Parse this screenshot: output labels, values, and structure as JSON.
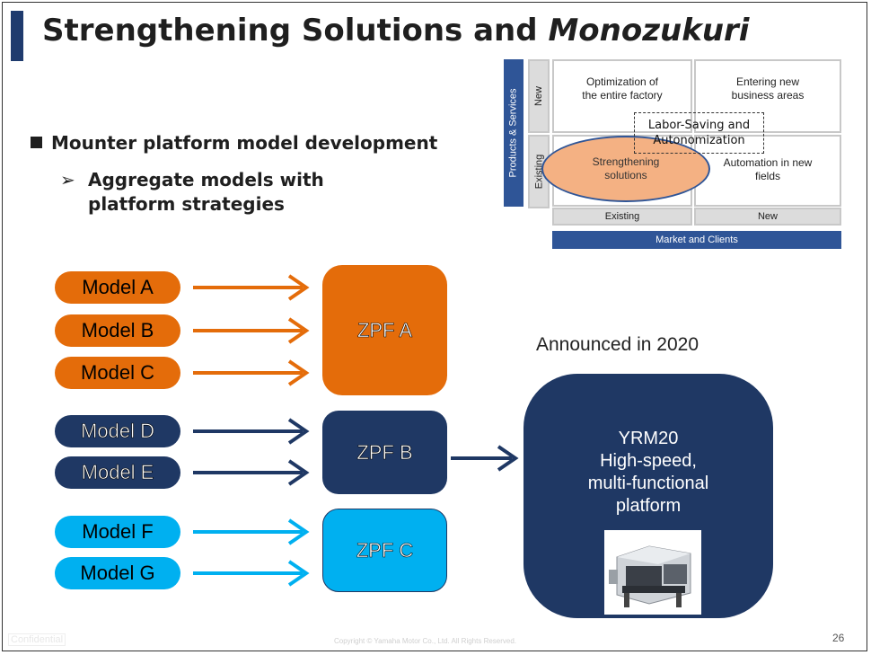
{
  "title": {
    "main": "Strengthening Solutions and ",
    "italic": "Monozukuri"
  },
  "bullets": {
    "level1": "Mounter platform model development",
    "level2_line1": "Aggregate models with",
    "level2_line2": "platform strategies"
  },
  "matrix": {
    "y_axis": "Products & Services",
    "y_new": "New",
    "y_existing": "Existing",
    "x_existing": "Existing",
    "x_new": "New",
    "x_axis": "Market and Clients",
    "cell_tl_1": "Optimization of",
    "cell_tl_2": "the entire factory",
    "cell_tr_1": "Entering new",
    "cell_tr_2": "business areas",
    "cell_br_1": "Automation in new",
    "cell_br_2": "fields",
    "highlight_1": "Strengthening",
    "highlight_2": "solutions",
    "dashed_1": "Labor-Saving and",
    "dashed_2": "Autonomization"
  },
  "models": {
    "a": "Model A",
    "b": "Model B",
    "c": "Model C",
    "d": "Model D",
    "e": "Model E",
    "f": "Model F",
    "g": "Model G"
  },
  "platforms": {
    "a": "ZPF A",
    "b": "ZPF B",
    "c": "ZPF C"
  },
  "announcement": "Announced in 2020",
  "yrm": {
    "line1": "YRM20",
    "line2": "High-speed,",
    "line3": "multi-functional",
    "line4": "platform"
  },
  "footer": {
    "confidential": "Confidential",
    "copyright": "Copyright © Yamaha Motor Co., Ltd.  All Rights Reserved.",
    "page": "26"
  },
  "colors": {
    "orange": "#e46c0a",
    "navy": "#1f3864",
    "cyan": "#00b0f0",
    "highlight": "#f4b183"
  }
}
